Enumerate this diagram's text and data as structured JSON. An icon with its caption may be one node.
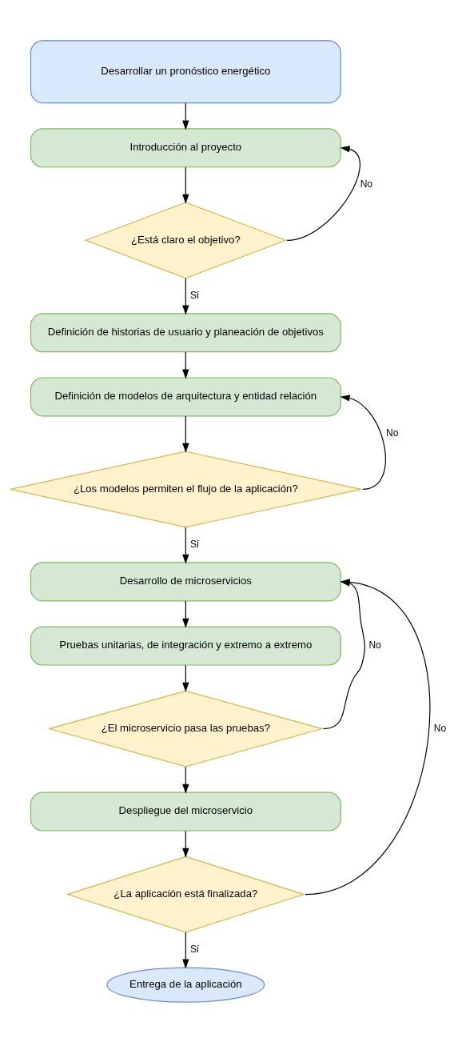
{
  "diagram": {
    "nodes": [
      {
        "text": [
          "Desarrollar un pronóstico energético"
        ]
      },
      {
        "text": [
          "Introducción al proyecto"
        ]
      },
      {
        "text": [
          "¿Está claro el objetivo?"
        ]
      },
      {
        "text": [
          "Definición de historias de usuario y planeación de objetivos"
        ]
      },
      {
        "text": [
          "Definición de modelos de arquitectura y entidad relación"
        ]
      },
      {
        "text": [
          "¿Los modelos permiten el flujo de la aplicación?"
        ]
      },
      {
        "text": [
          "Desarrollo de microservicios"
        ]
      },
      {
        "text": [
          "Pruebas unitarias, de integración y extremo a extremo"
        ]
      },
      {
        "text": [
          "¿El microservicio pasa las pruebas?"
        ]
      },
      {
        "text": [
          "Despliegue del microservicio"
        ]
      },
      {
        "text": [
          "¿La aplicación está finalizada?"
        ]
      },
      {
        "text": [
          "Entrega de la aplicación"
        ]
      }
    ],
    "edges": [
      {
        "from": 0,
        "to": 1,
        "arrow": "to"
      },
      {
        "from": 1,
        "to": 2,
        "arrow": "to"
      },
      {
        "from": 2,
        "to": 1,
        "arrow": "to",
        "label": "No"
      },
      {
        "from": 2,
        "to": 3,
        "arrow": "to",
        "label": "Sí"
      },
      {
        "from": 3,
        "to": 4,
        "arrow": "to"
      },
      {
        "from": 4,
        "to": 5,
        "arrow": "to"
      },
      {
        "from": 5,
        "to": 4,
        "arrow": "to",
        "label": "No"
      },
      {
        "from": 5,
        "to": 6,
        "arrow": "to",
        "label": "Sí"
      },
      {
        "from": 6,
        "to": 7,
        "arrow": "to"
      },
      {
        "from": 7,
        "to": 8,
        "arrow": "to"
      },
      {
        "from": 8,
        "to": 6,
        "arrow": "to",
        "label": "No"
      },
      {
        "from": 8,
        "to": 9,
        "arrow": "to"
      },
      {
        "from": 9,
        "to": 10,
        "arrow": "to"
      },
      {
        "from": 10,
        "to": 6,
        "arrow": "to",
        "label": "No"
      },
      {
        "from": 10,
        "to": 11,
        "arrow": "to",
        "label": "Sí"
      }
    ]
  }
}
